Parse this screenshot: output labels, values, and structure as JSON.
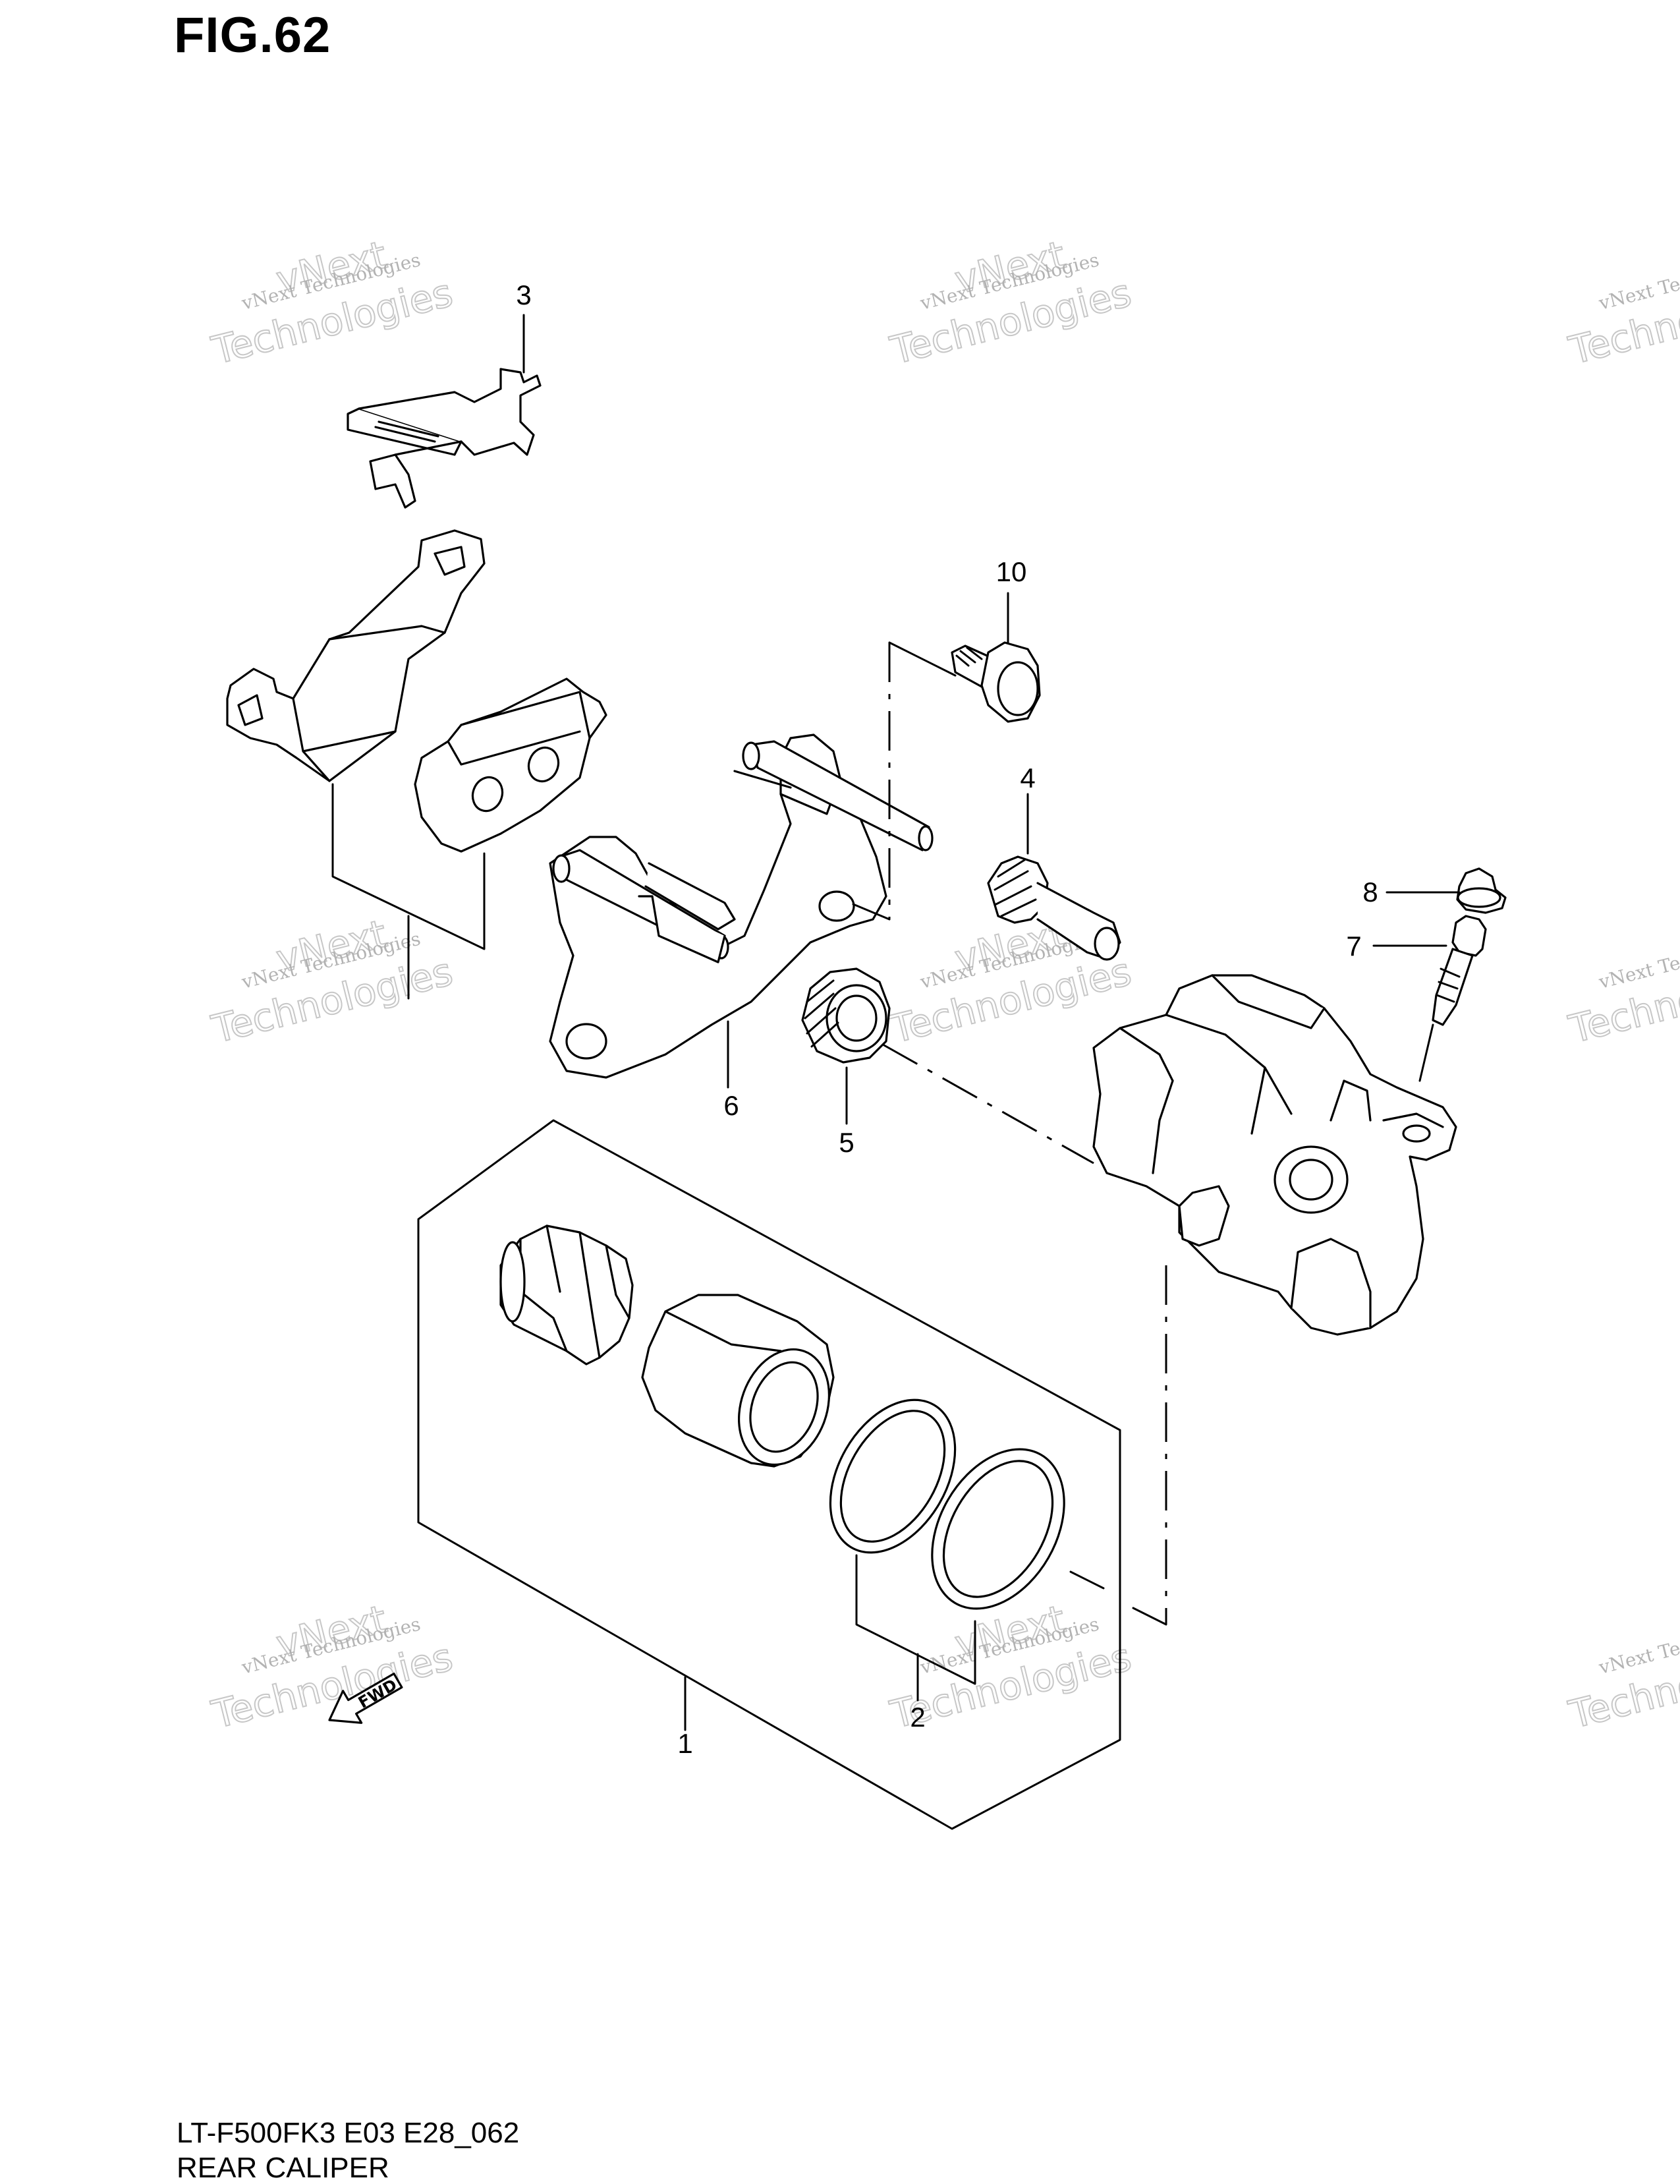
{
  "figure": {
    "title": "FIG.62",
    "model_code": "LT-F500FK3 E03 E28_062",
    "assembly_name": "REAR CALIPER"
  },
  "watermark": {
    "line1": "vNext Technologies",
    "line2": "vNext",
    "line3": "Technologies"
  },
  "callouts": [
    {
      "id": "1",
      "label": "1"
    },
    {
      "id": "2",
      "label": "2"
    },
    {
      "id": "3",
      "label": "3"
    },
    {
      "id": "4",
      "label": "4"
    },
    {
      "id": "5",
      "label": "5"
    },
    {
      "id": "6",
      "label": "6"
    },
    {
      "id": "7",
      "label": "7"
    },
    {
      "id": "8",
      "label": "8"
    },
    {
      "id": "10",
      "label": "10"
    }
  ],
  "direction_marker": {
    "label": "FWD"
  }
}
